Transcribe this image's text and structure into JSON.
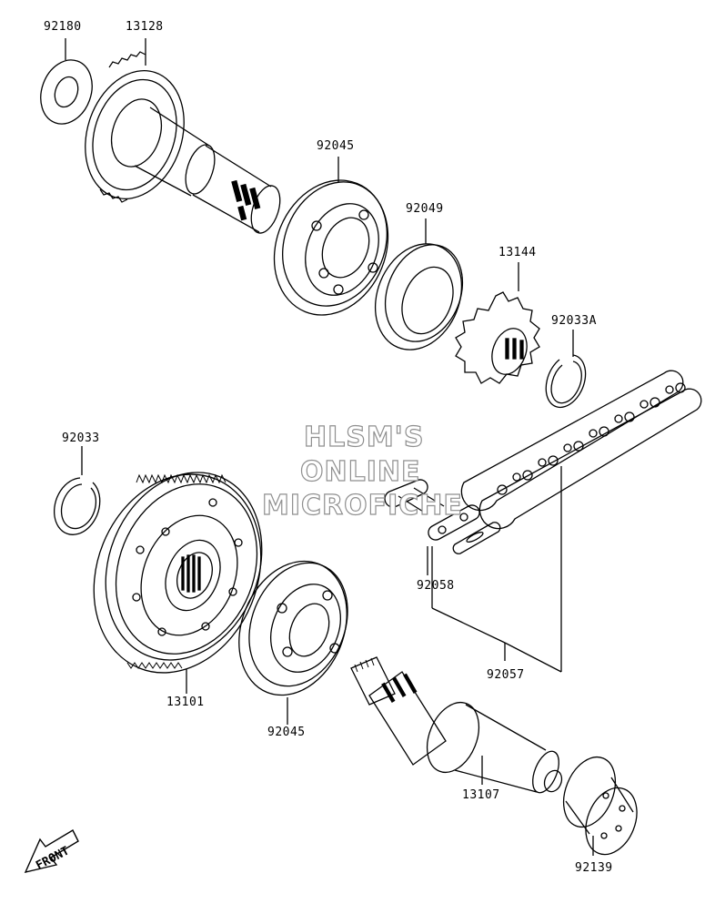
{
  "parts": {
    "washer": "92180",
    "gear_shaft": "13128",
    "bearing_upper": "92045",
    "oil_seal": "92049",
    "sprocket": "13144",
    "circlip_a": "92033A",
    "circlip": "92033",
    "final_gear": "13101",
    "bearing_lower": "92045",
    "master_link": "92058",
    "chain": "92057",
    "output_shaft": "13107",
    "needle_bearing": "92139"
  },
  "watermark": {
    "line1": "HLSM'S",
    "line2": "ONLINE",
    "line3": "MICROFICHE"
  },
  "front_marker": "FRONT",
  "colors": {
    "line": "#000000",
    "watermark_outline": "#8f8f8f",
    "background": "#ffffff"
  }
}
